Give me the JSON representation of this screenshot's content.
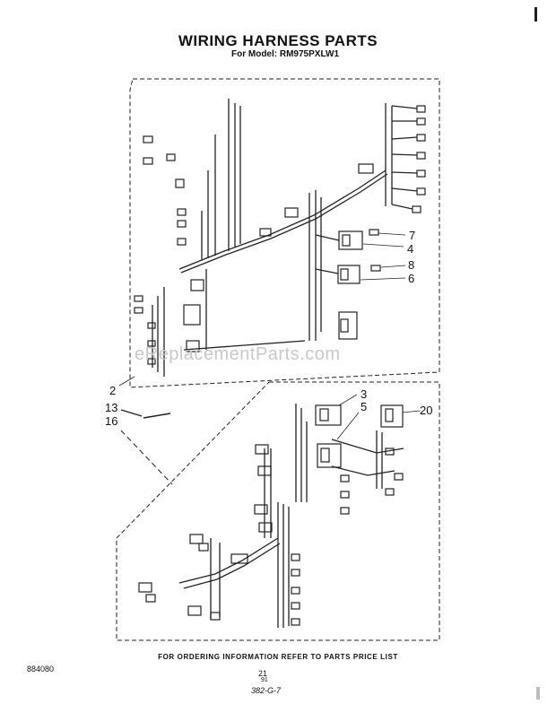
{
  "header": {
    "title": "WIRING HARNESS PARTS",
    "subtitle": "For Model: RM975PXLW1"
  },
  "callouts": {
    "c7": "7",
    "c4": "4",
    "c8": "8",
    "c6": "6",
    "c2": "2",
    "c13": "13",
    "c16": "16",
    "c3": "3",
    "c5": "5",
    "c20": "20"
  },
  "watermark": "eReplacementParts.com",
  "footer": {
    "note": "FOR ORDERING INFORMATION REFER TO PARTS PRICE LIST",
    "doc_number": "884080",
    "page_number": "21",
    "page_sub": "91",
    "page_ref": "382-G-7"
  }
}
